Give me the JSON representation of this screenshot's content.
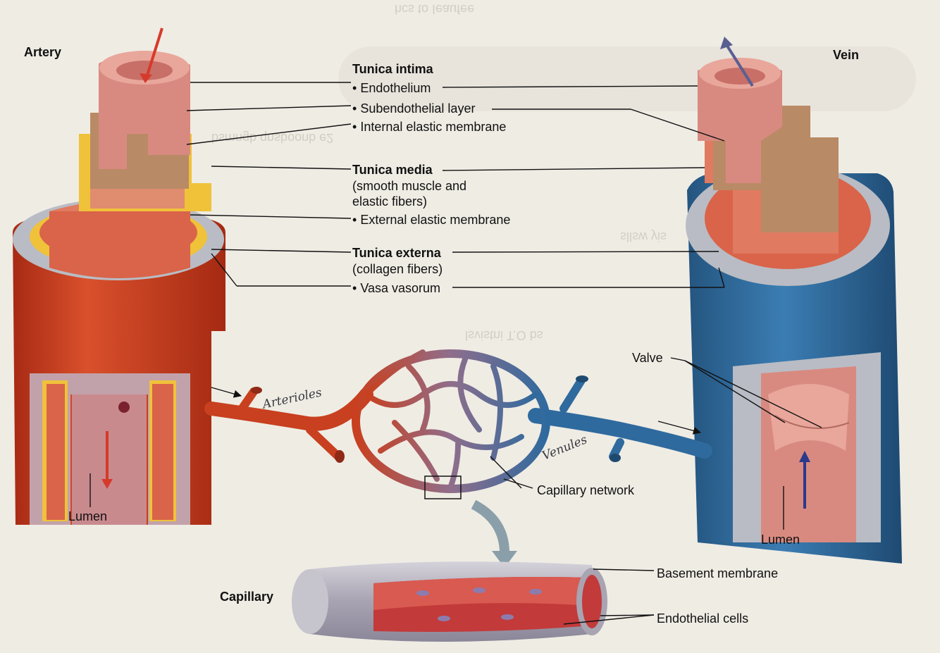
{
  "diagram": {
    "artery_label": "Artery",
    "vein_label": "Vein",
    "capillary_label": "Capillary",
    "tunica_intima": {
      "heading": "Tunica intima",
      "items": [
        "Endothelium",
        "Subendothelial layer",
        "Internal elastic membrane"
      ]
    },
    "tunica_media": {
      "heading": "Tunica media",
      "desc_line1": "(smooth muscle and",
      "desc_line2": "elastic fibers)",
      "items": [
        "External elastic membrane"
      ]
    },
    "tunica_externa": {
      "heading": "Tunica externa",
      "desc": "(collagen fibers)",
      "items": [
        "Vasa vasorum"
      ]
    },
    "bullet": "•",
    "valve_label": "Valve",
    "artery_lumen_label": "Lumen",
    "vein_lumen_label": "Lumen",
    "capillary_network_label": "Capillary network",
    "basement_membrane_label": "Basement membrane",
    "endothelial_cells_label": "Endothelial cells",
    "handwritten": {
      "arterioles": "Arterioles",
      "venules": "Venules"
    }
  },
  "colors": {
    "artery": "#c8401f",
    "vein": "#2f6a9e",
    "intima": "#d98a80",
    "subendothelial": "#b98a66",
    "elastic": "#f0c23a",
    "media": "#d9644a",
    "externa": "#b9bcc4"
  }
}
